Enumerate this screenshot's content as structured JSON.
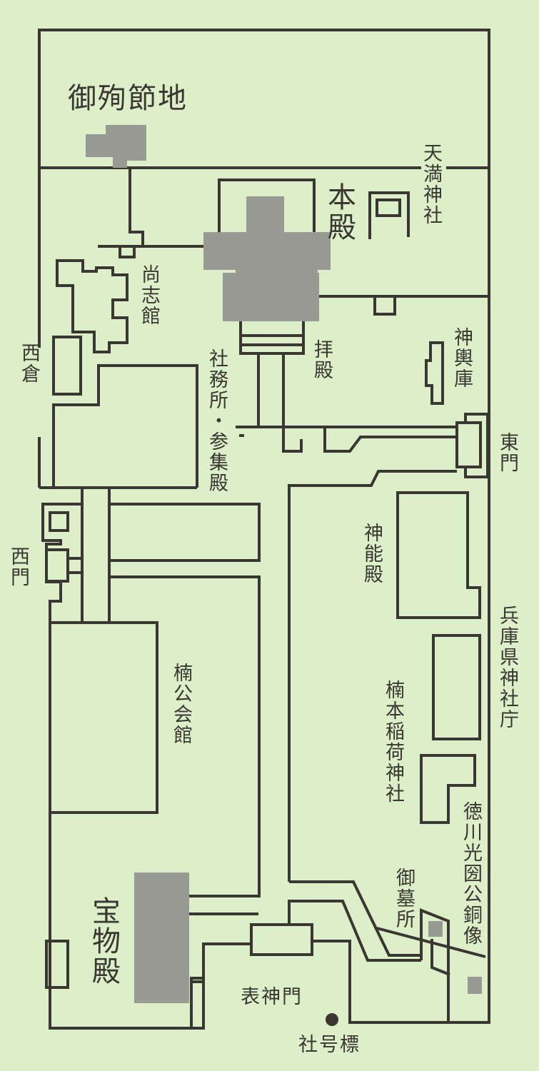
{
  "map": {
    "colors": {
      "background": "#dcefc9",
      "line": "#3a3632",
      "building_fill": "#9a9a94"
    },
    "labels": {
      "gojunsetsuchi": "御殉節地",
      "honden": "本殿",
      "tenman_jinja": "天満神社",
      "shoshikan": "尚志館",
      "nishikura": "西倉",
      "haiden": "拝殿",
      "shamusho": "社務所・参集殿",
      "mikoshiko": "神輿庫",
      "higashimon": "東門",
      "nishimon": "西門",
      "shinnoden": "神能殿",
      "hyogo_jinjacho": "兵庫県神社庁",
      "nankou_kaikan": "楠公会館",
      "kusumoto_inari": "楠本稲荷神社",
      "tokugawa_statue": "徳川光圀公銅像",
      "gobosho": "御墓所",
      "homotsuden": "宝物殿",
      "omote_shinmon": "表神門",
      "shagohyo": "社号標"
    }
  }
}
